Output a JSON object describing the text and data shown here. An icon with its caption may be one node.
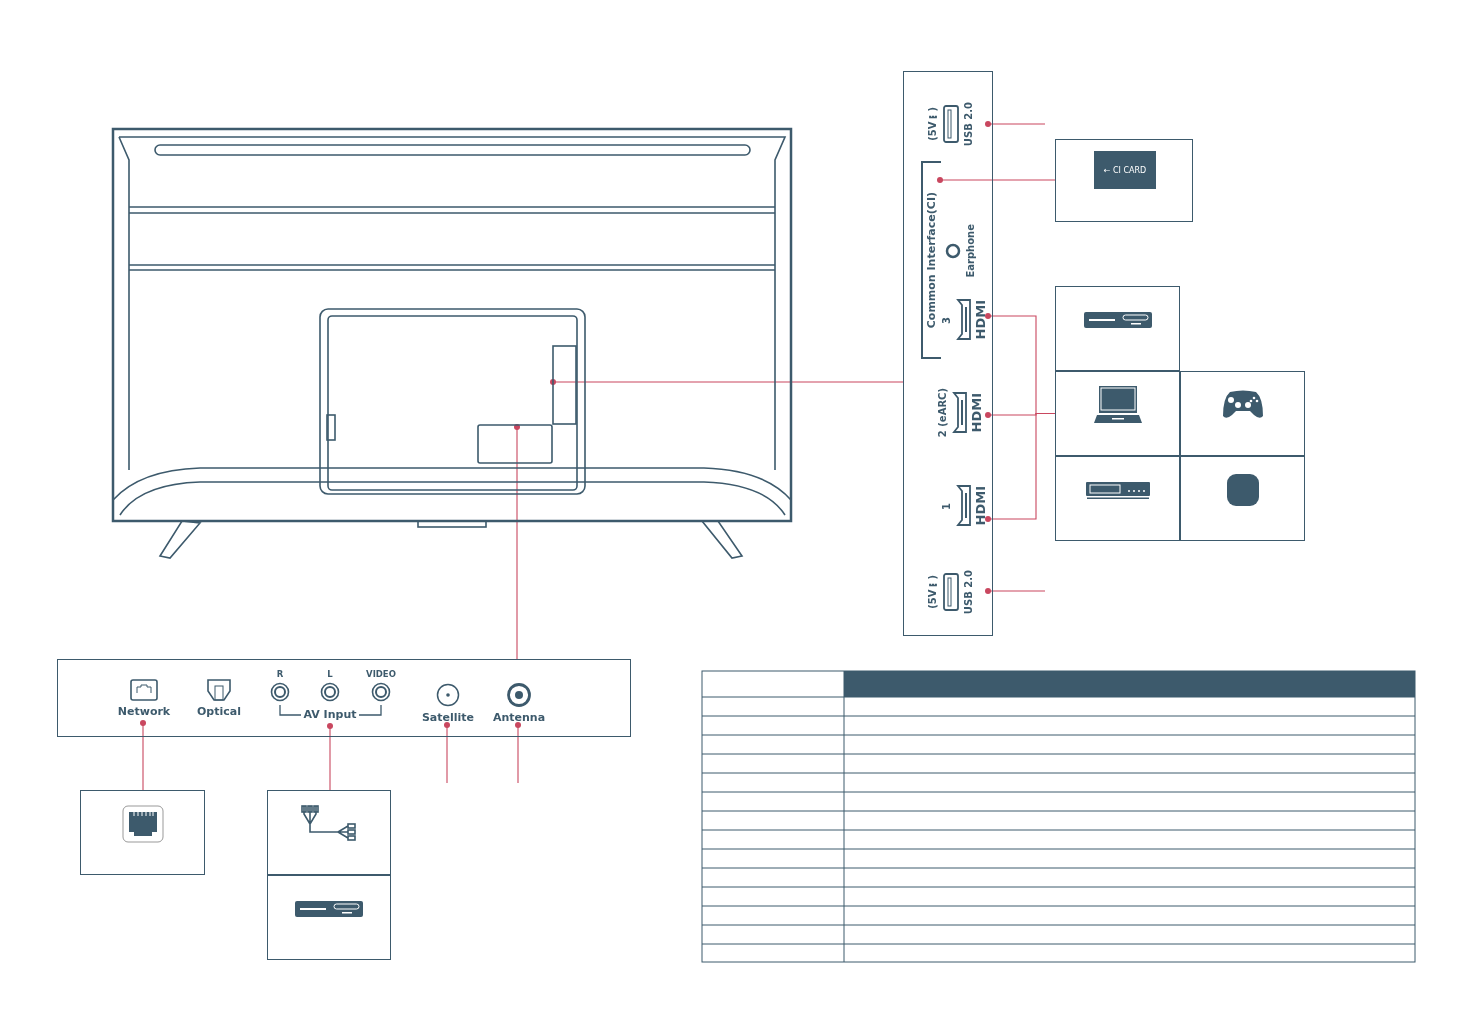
{
  "diagram": {
    "nodes": [
      {
        "text": [],
        "shape": "picture"
      },
      {
        "text": [],
        "shape": "box"
      },
      {
        "text": [
          "(5V⎓)",
          "USB 2.0"
        ],
        "in": 1
      },
      {
        "text": [
          "Common Interface(CI)"
        ],
        "in": 1
      },
      {
        "text": [
          "Earphone"
        ],
        "in": 1
      },
      {
        "text": [
          "3",
          "HDMI"
        ],
        "in": 1
      },
      {
        "text": [
          "2 (eARC)",
          "HDMI"
        ],
        "in": 1
      },
      {
        "text": [
          "1",
          "HDMI"
        ],
        "in": 1
      },
      {
        "text": [
          "(5V⎓)",
          "USB 2.0"
        ],
        "in": 1
      },
      {
        "text": [
          "← CI CARD"
        ]
      },
      {
        "text": [],
        "shape": "box"
      },
      {
        "text": [],
        "shape": "box"
      },
      {
        "text": [],
        "shape": "box"
      },
      {
        "text": [],
        "shape": "box"
      },
      {
        "text": [],
        "shape": "box"
      },
      {
        "text": [],
        "shape": "box"
      },
      {
        "text": [
          "Network"
        ],
        "in": 15
      },
      {
        "text": [
          "Optical"
        ],
        "in": 15
      },
      {
        "text": [
          "R",
          "L",
          "VIDEO",
          "AV Input"
        ],
        "in": 15
      },
      {
        "text": [
          "Satellite"
        ],
        "in": 15
      },
      {
        "text": [
          "Antenna"
        ],
        "in": 15
      },
      {
        "text": [],
        "shape": "box"
      },
      {
        "text": [],
        "shape": "box"
      },
      {
        "text": [],
        "shape": "box"
      }
    ],
    "edges": [
      {
        "from": 0,
        "to": 1,
        "arrow": "other"
      },
      {
        "from": 0,
        "to": 15,
        "arrow": "other"
      },
      {
        "from": 2,
        "to": null,
        "arrow": "other"
      },
      {
        "from": 3,
        "to": 9,
        "arrow": "other"
      },
      {
        "from": 5,
        "to": 11,
        "arrow": "other"
      },
      {
        "from": 6,
        "to": 11,
        "arrow": "other"
      },
      {
        "from": 7,
        "to": 11,
        "arrow": "other"
      },
      {
        "from": 8,
        "to": null,
        "arrow": "other"
      },
      {
        "from": 16,
        "to": 21,
        "arrow": "other"
      },
      {
        "from": 18,
        "to": 22,
        "arrow": "other"
      },
      {
        "from": 19,
        "to": null,
        "arrow": "other"
      },
      {
        "from": 20,
        "to": null,
        "arrow": "other"
      }
    ]
  }
}
